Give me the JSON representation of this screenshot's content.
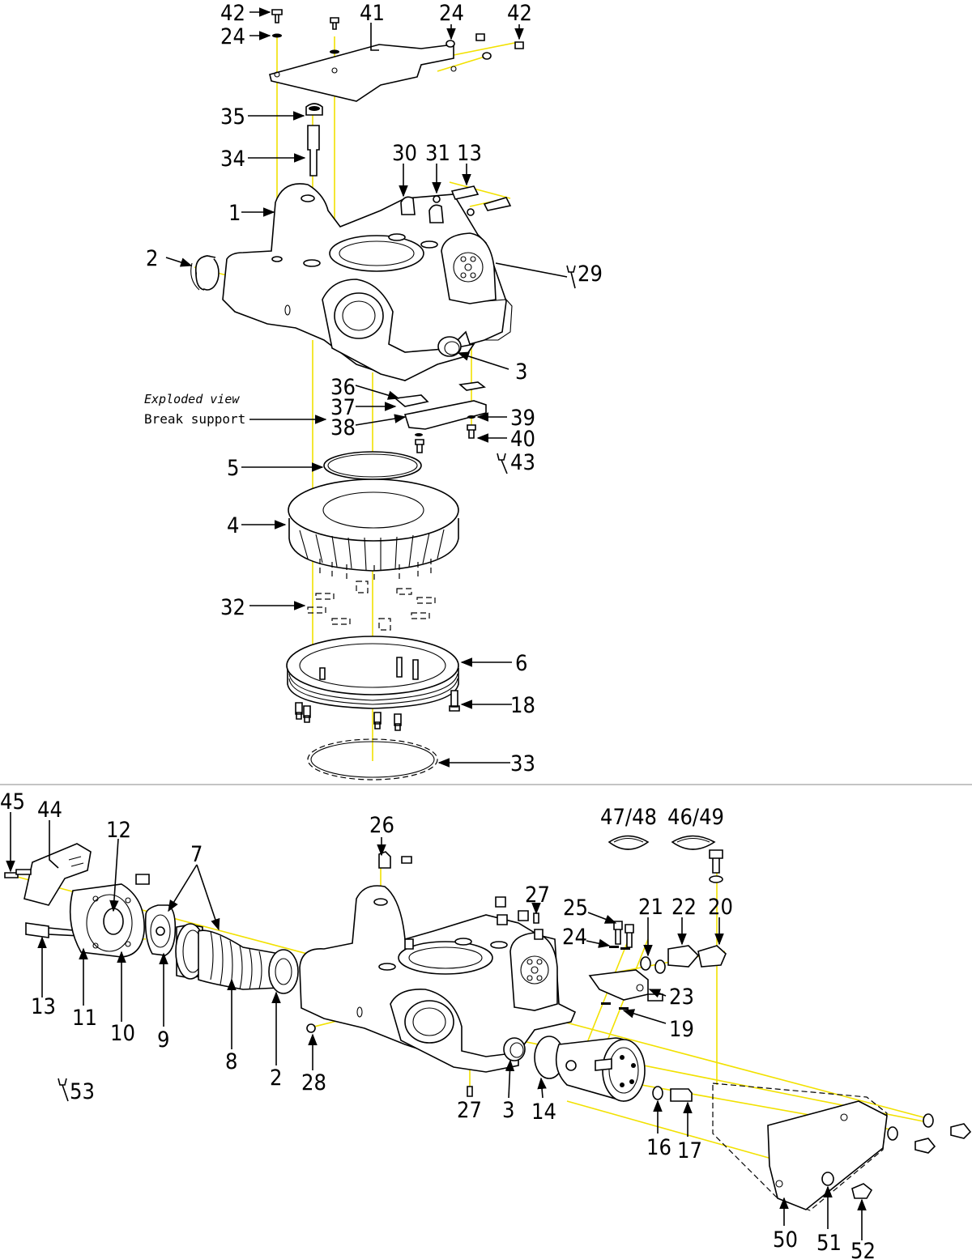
{
  "notes": {
    "exploded_view": "Exploded view",
    "break_support": "Break support"
  },
  "top_view": {
    "labels": {
      "p42a": "42",
      "p24a": "24",
      "p41": "41",
      "p24b": "24",
      "p42b": "42",
      "p35": "35",
      "p34": "34",
      "p30": "30",
      "p31": "31",
      "p13": "13",
      "p1": "1",
      "p2": "2",
      "p29": "29",
      "p3": "3",
      "p36": "36",
      "p37": "37",
      "p38": "38",
      "p39": "39",
      "p40": "40",
      "p43": "43",
      "p5": "5",
      "p4": "4",
      "p32": "32",
      "p6": "6",
      "p18": "18",
      "p33": "33"
    }
  },
  "bottom_view": {
    "labels": {
      "p45": "45",
      "p44": "44",
      "p12": "12",
      "p7": "7",
      "p26": "26",
      "p4748": "47/48",
      "p4649": "46/49",
      "p27a": "27",
      "p25": "25",
      "p21": "21",
      "p22": "22",
      "p20": "20",
      "p24": "24",
      "p23": "23",
      "p19": "19",
      "p13": "13",
      "p11": "11",
      "p10": "10",
      "p9": "9",
      "p8": "8",
      "p2": "2",
      "p28": "28",
      "p53": "53",
      "p27b": "27",
      "p3": "3",
      "p14": "14",
      "p16": "16",
      "p17": "17",
      "p50": "50",
      "p51": "51",
      "p52": "52"
    }
  },
  "colors": {
    "axis_lines": "#f2e100",
    "ink": "#000000"
  },
  "icons": {
    "tool": "wrench-icon"
  }
}
